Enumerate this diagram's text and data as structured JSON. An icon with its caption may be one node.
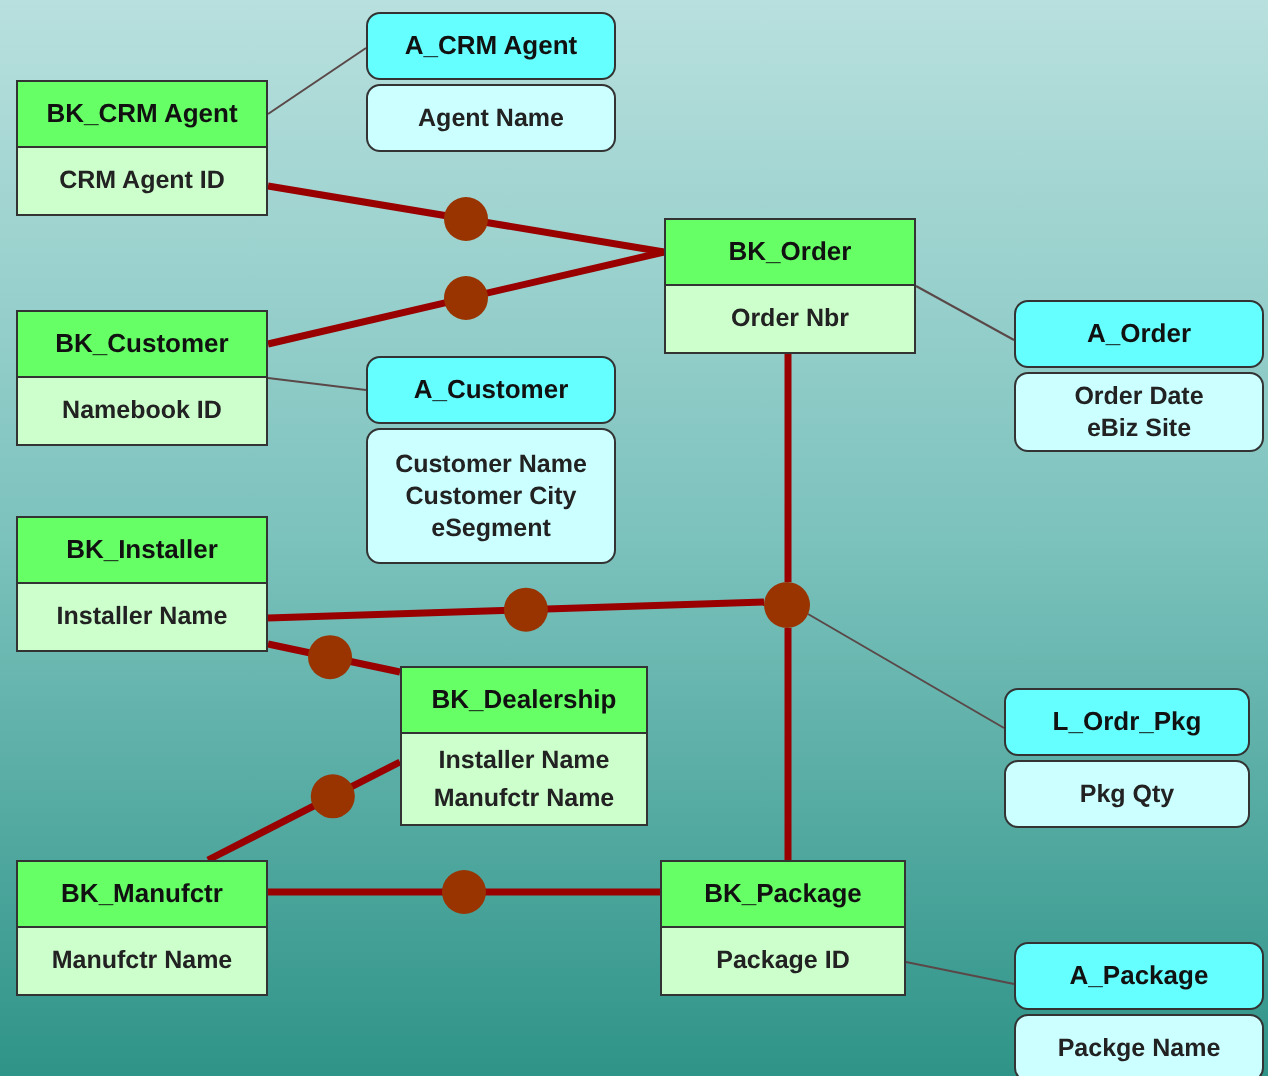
{
  "diagram": {
    "nodes": [
      {
        "text": [
          "BK_CRM Agent",
          "CRM Agent ID"
        ]
      },
      {
        "text": [
          "A_CRM Agent",
          "Agent Name"
        ]
      },
      {
        "text": [
          "BK_Order",
          "Order Nbr"
        ]
      },
      {
        "text": [
          "BK_Customer",
          "Namebook ID"
        ]
      },
      {
        "text": [
          "A_Customer",
          "Customer Name",
          "Customer City",
          "eSegment"
        ]
      },
      {
        "text": [
          "A_Order",
          "Order Date",
          "eBiz Site"
        ]
      },
      {
        "text": [
          "BK_Installer",
          "Installer Name"
        ]
      },
      {
        "text": [
          "BK_Dealership",
          "Installer Name",
          "Manufctr Name"
        ]
      },
      {
        "text": [
          "L_Ordr_Pkg",
          "Pkg Qty"
        ]
      },
      {
        "text": [
          "BK_Manufctr",
          "Manufctr Name"
        ]
      },
      {
        "text": [
          "BK_Package",
          "Package ID"
        ]
      },
      {
        "text": [
          "A_Package",
          "Packge Name"
        ]
      },
      {
        "text": [],
        "shape": "circle"
      }
    ],
    "edges": [
      {
        "from": 0,
        "to": 1,
        "arrow": "none",
        "color": "#5a4848"
      },
      {
        "from": 0,
        "to": 2,
        "arrow": "none"
      },
      {
        "from": 3,
        "to": 2,
        "arrow": "none"
      },
      {
        "from": 3,
        "to": 4,
        "arrow": "none",
        "color": "#5a4848"
      },
      {
        "from": 2,
        "to": 5,
        "arrow": "none",
        "color": "#5a4848"
      },
      {
        "from": 2,
        "to": 12,
        "arrow": "none"
      },
      {
        "from": 6,
        "to": 12,
        "arrow": "none"
      },
      {
        "from": 6,
        "to": 7,
        "arrow": "none"
      },
      {
        "from": 12,
        "to": 8,
        "arrow": "none",
        "color": "#5a4848"
      },
      {
        "from": 9,
        "to": 7,
        "arrow": "none"
      },
      {
        "from": 12,
        "to": 10,
        "arrow": "none"
      },
      {
        "from": 9,
        "to": 10,
        "arrow": "none"
      },
      {
        "from": 10,
        "to": 11,
        "arrow": "none",
        "color": "#5a4848"
      }
    ]
  }
}
